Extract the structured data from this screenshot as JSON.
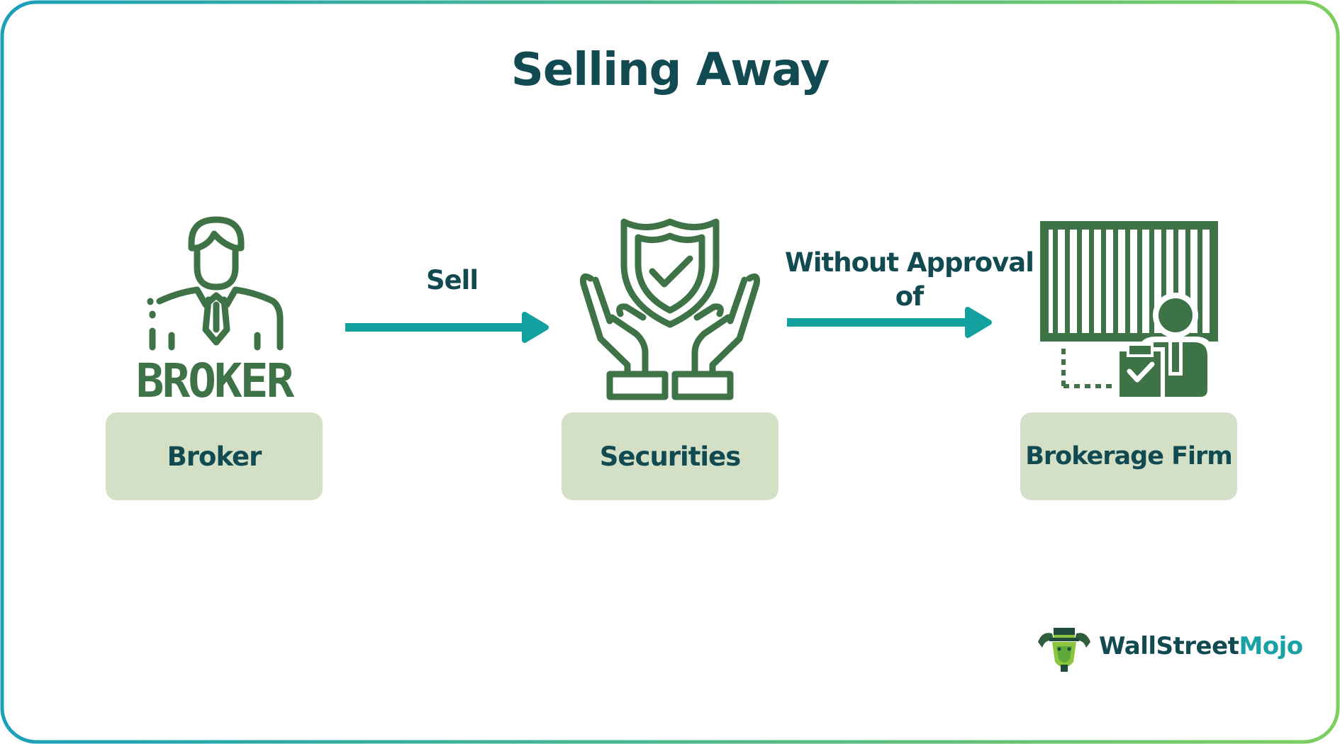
{
  "title": "Selling Away",
  "colors": {
    "icon_green": "#3e7247",
    "label_fill": "#d3e0c6",
    "text_dark": "#124a52",
    "arrow_teal": "#13a1a0",
    "frame_start": "#1aa0b8",
    "frame_end": "#7ccf5e"
  },
  "nodes": [
    {
      "label": "Broker",
      "icon": "broker-person-icon",
      "icon_text": "BROKER"
    },
    {
      "label": "Securities",
      "icon": "hands-shield-check-icon"
    },
    {
      "label": "Brokerage Firm",
      "icon": "building-person-clipboard-icon"
    }
  ],
  "edges": [
    {
      "from": "Broker",
      "to": "Securities",
      "label": "Sell"
    },
    {
      "from": "Securities",
      "to": "Brokerage Firm",
      "label_line1": "Without Approval",
      "label_line2": "of"
    }
  ],
  "brand": {
    "logo": "wallstreetmojo-bull-logo-icon",
    "name_part1": "WallStreet",
    "name_part2": "Mojo"
  }
}
